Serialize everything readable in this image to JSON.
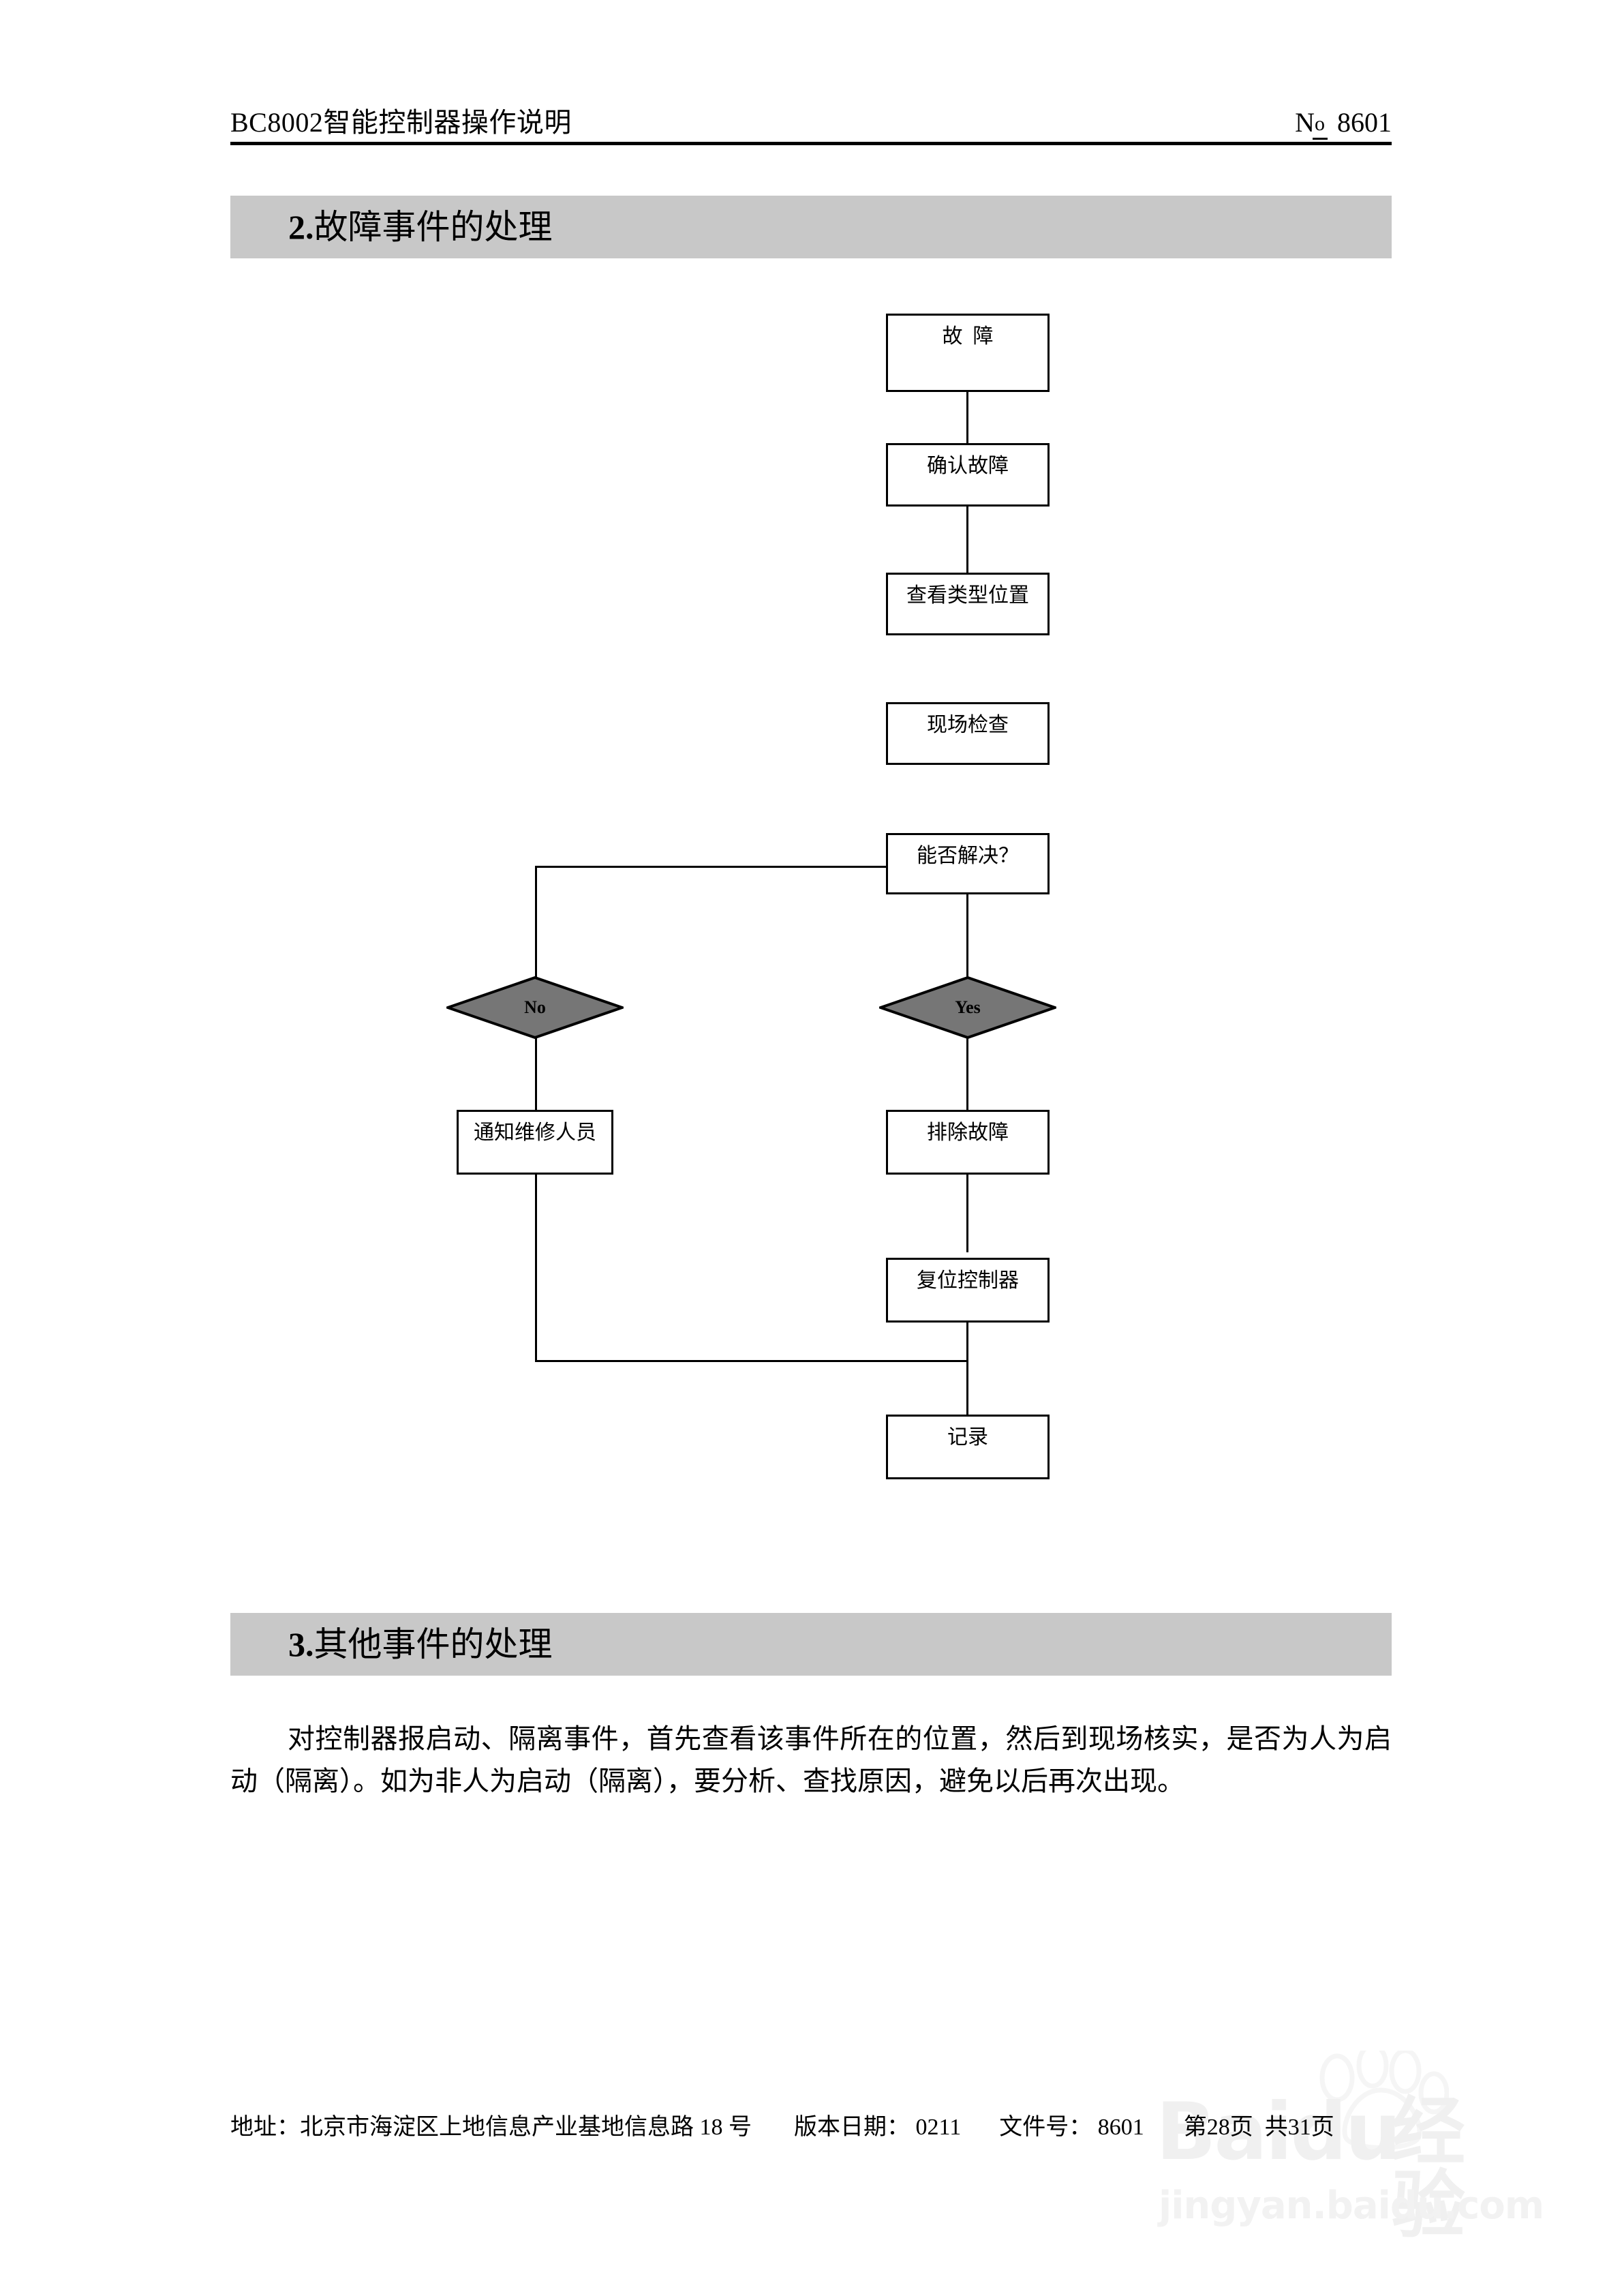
{
  "header": {
    "title": "BC8002智能控制器操作说明",
    "no_label": "N",
    "no_label_sup": "o",
    "no_value": "8601"
  },
  "sections": [
    {
      "number": "2.",
      "title": "故障事件的处理"
    },
    {
      "number": "3.",
      "title": "其他事件的处理"
    }
  ],
  "flowchart": {
    "nodes": [
      {
        "id": "fault",
        "label": "故  障"
      },
      {
        "id": "confirm",
        "label": "确认故障"
      },
      {
        "id": "check-type",
        "label": "查看类型位置"
      },
      {
        "id": "site-inspect",
        "label": "现场检查"
      },
      {
        "id": "can-solve",
        "label": "能否解决？"
      },
      {
        "id": "notify",
        "label": "通知维修人员"
      },
      {
        "id": "clear-fault",
        "label": "排除故障"
      },
      {
        "id": "reset",
        "label": "复位控制器"
      },
      {
        "id": "record",
        "label": "记录"
      }
    ],
    "decisions": [
      {
        "id": "no",
        "label": "No",
        "fill": "#767676"
      },
      {
        "id": "yes",
        "label": "Yes",
        "fill": "#767676"
      }
    ]
  },
  "body": {
    "paragraph": "对控制器报启动、隔离事件，首先查看该事件所在的位置，然后到现场核实，是否为人为启动（隔离）。如为非人为启动（隔离），要分析、查找原因，避免以后再次出现。"
  },
  "footer": {
    "address": "地址：北京市海淀区上地信息产业基地信息路 18 号",
    "version_date": "版本日期： 0211",
    "doc_no": "文件号： 8601",
    "page": "第28页  共31页"
  },
  "watermark": {
    "brand": "Baidu",
    "brand_cn": "经验",
    "url": "jingyan.baidu.com"
  },
  "colors": {
    "banner_gray": "#c8c8c8",
    "diamond_gray": "#767676",
    "ink": "#000000"
  }
}
